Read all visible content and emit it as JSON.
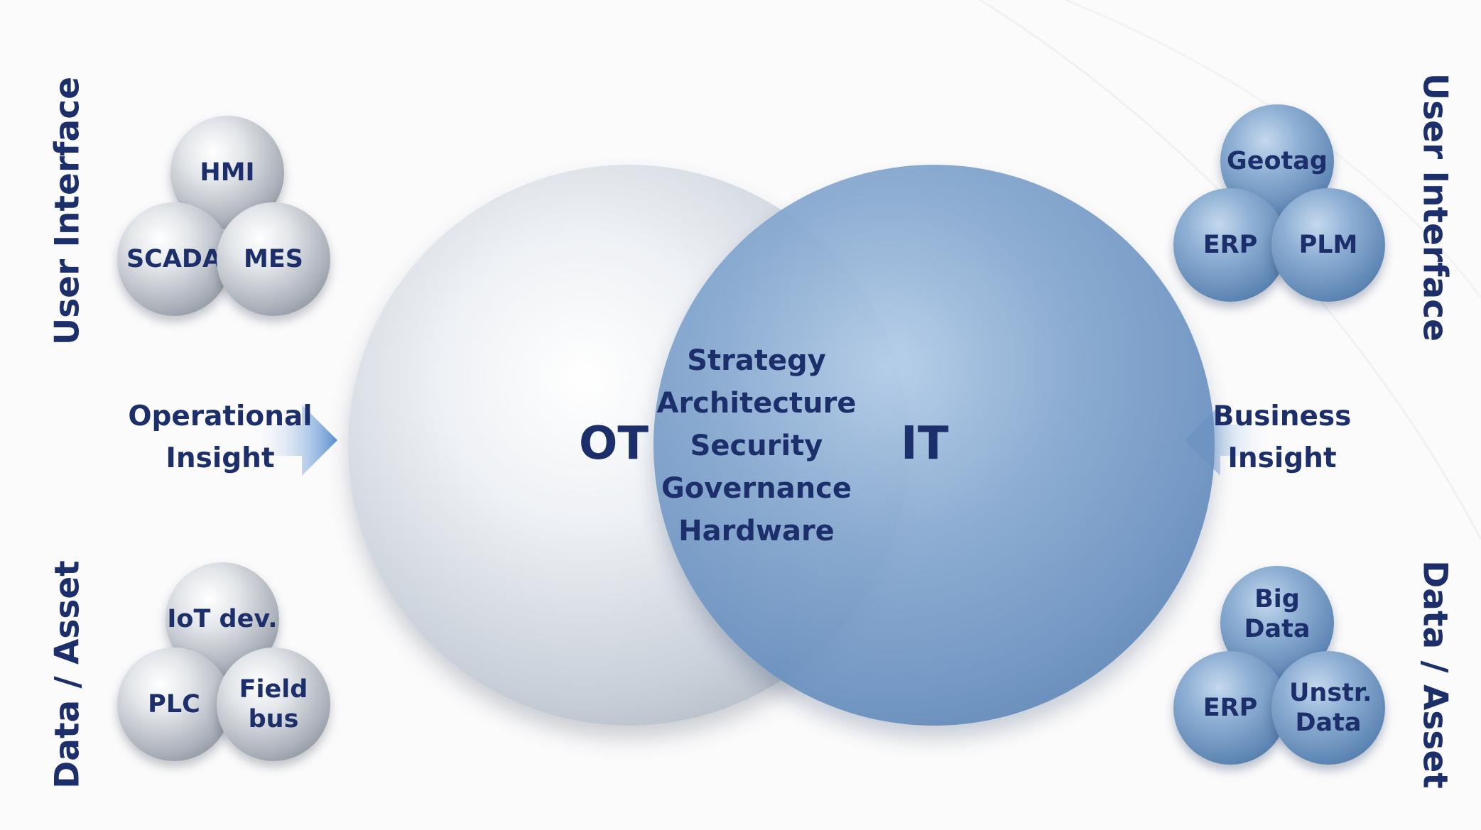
{
  "left": {
    "top_label": "User Interface",
    "bottom_label": "Data / Asset",
    "top_cluster": [
      "HMI",
      "SCADA",
      "MES"
    ],
    "bottom_cluster": [
      "IoT dev.",
      "PLC",
      "Field bus"
    ],
    "insight": [
      "Operational",
      "Insight"
    ]
  },
  "right": {
    "top_label": "User Interface",
    "bottom_label": "Data / Asset",
    "top_cluster": [
      "Geotag",
      "ERP",
      "PLM"
    ],
    "bottom_cluster": [
      "Big Data",
      "ERP",
      "Unstr. Data"
    ],
    "insight": [
      "Business",
      "Insight"
    ]
  },
  "center": {
    "ot_label": "OT",
    "it_label": "IT",
    "shared": [
      "Strategy",
      "Architecture",
      "Security",
      "Governance",
      "Hardware"
    ]
  },
  "colors": {
    "text": "#1c2f6b",
    "grey_sphere": "#a9afb8",
    "blue_sphere": "#6a91c0"
  }
}
